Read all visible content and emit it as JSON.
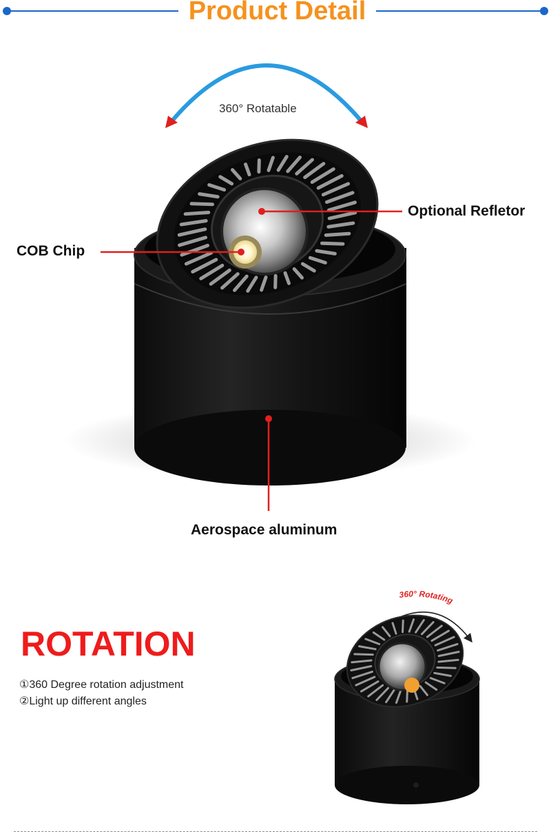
{
  "header": {
    "title": "Product Detail",
    "accent_color": "#f5921e",
    "line_color": "#1a66c9"
  },
  "product_image": {
    "rotate_label": "360° Rotatable",
    "callouts": {
      "reflector": "Optional Refletor",
      "cob_chip": "COB Chip",
      "body": "Aerospace aluminum"
    },
    "marker_color": "#e0201e"
  },
  "rotation": {
    "heading": "ROTATION",
    "heading_color": "#ee1c1c",
    "features": [
      "①360 Degree rotation adjustment",
      "②Light up different angles"
    ],
    "small_image_label": "360° Rotating"
  }
}
